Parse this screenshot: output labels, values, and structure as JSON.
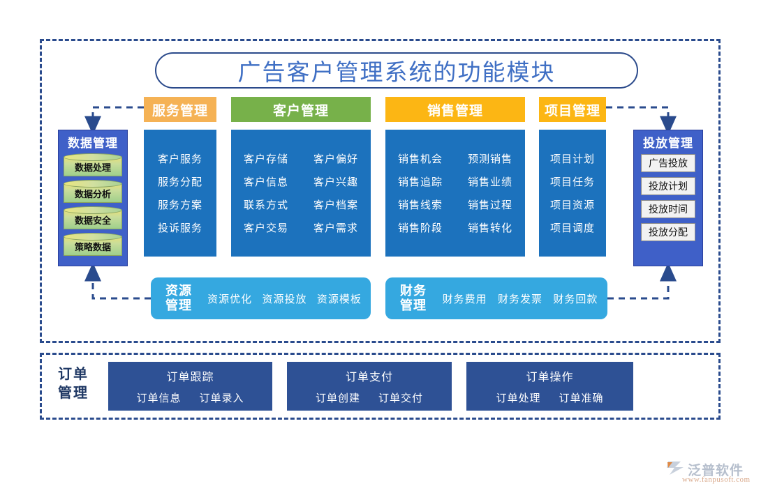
{
  "title": "广告客户管理系统的功能模块",
  "categories": [
    {
      "name": "服务管理",
      "color": "#f5b255",
      "columns": 1,
      "items": [
        "客户服务",
        "服务分配",
        "服务方案",
        "投诉服务"
      ]
    },
    {
      "name": "客户管理",
      "color": "#77b14a",
      "columns": 2,
      "items": [
        "客户存储",
        "客户偏好",
        "客户信息",
        "客户兴趣",
        "联系方式",
        "客户档案",
        "客户交易",
        "客户需求"
      ]
    },
    {
      "name": "销售管理",
      "color": "#fcb614",
      "columns": 2,
      "items": [
        "销售机会",
        "预测销售",
        "销售追踪",
        "销售业绩",
        "销售线索",
        "销售过程",
        "销售阶段",
        "销售转化"
      ]
    },
    {
      "name": "项目管理",
      "color": "#fcb614",
      "columns": 1,
      "items": [
        "项目计划",
        "项目任务",
        "项目资源",
        "项目调度"
      ]
    }
  ],
  "data_management": {
    "title": "数据管理",
    "items": [
      "数据处理",
      "数据分析",
      "数据安全",
      "策略数据"
    ]
  },
  "delivery_management": {
    "title": "投放管理",
    "items": [
      "广告投放",
      "投放计划",
      "投放时间",
      "投放分配"
    ]
  },
  "bars": [
    {
      "title_line1": "资源",
      "title_line2": "管理",
      "items": [
        "资源优化",
        "资源投放",
        "资源模板"
      ]
    },
    {
      "title_line1": "财务",
      "title_line2": "管理",
      "items": [
        "财务费用",
        "财务发票",
        "财务回款"
      ]
    }
  ],
  "order_section": {
    "label_line1": "订单",
    "label_line2": "管理",
    "cards": [
      {
        "title": "订单跟踪",
        "items": [
          "订单信息",
          "订单录入"
        ]
      },
      {
        "title": "订单支付",
        "items": [
          "订单创建",
          "订单交付"
        ]
      },
      {
        "title": "订单操作",
        "items": [
          "订单处理",
          "订单准确"
        ]
      }
    ]
  },
  "watermark": {
    "brand": "泛普软件",
    "url": "www.fanpusoft.com"
  },
  "colors": {
    "frame": "#2a4b8d",
    "panel_blue": "#1c72bd",
    "side_panel_blue": "#3f60c8",
    "bar_blue": "#35a8e0",
    "order_blue": "#2e5195",
    "title_text": "#3f6fc4"
  }
}
